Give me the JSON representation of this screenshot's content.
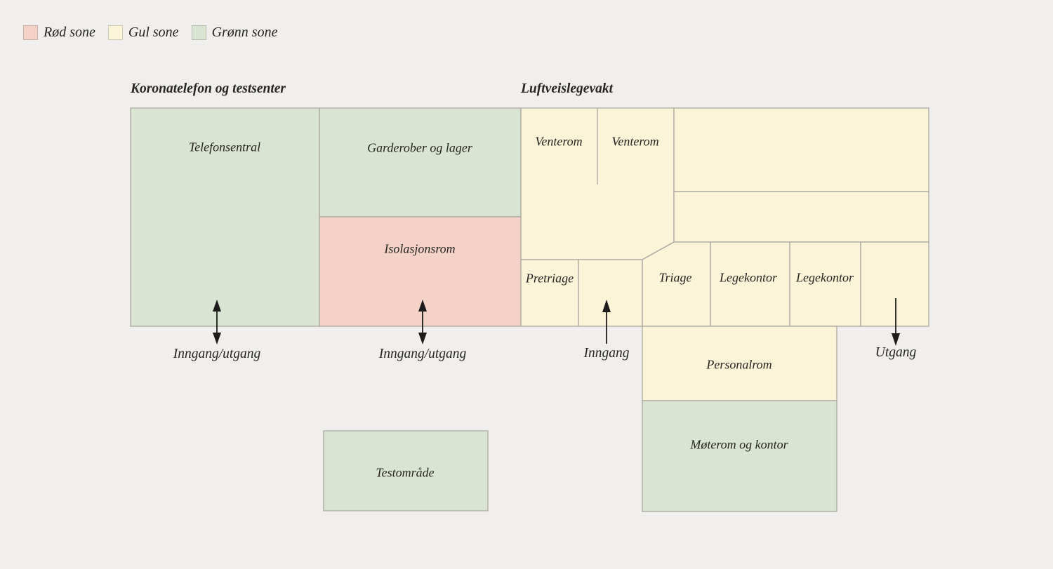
{
  "legend": {
    "items": [
      {
        "label": "Rød sone",
        "zone": "red"
      },
      {
        "label": "Gul sone",
        "zone": "yellow"
      },
      {
        "label": "Grønn sone",
        "zone": "green"
      }
    ]
  },
  "sections": {
    "left_title": "Koronatelefon og testsenter",
    "right_title": "Luftveislegevakt"
  },
  "rooms": {
    "telefonsentral": {
      "label": "Telefonsentral",
      "zone": "green"
    },
    "garderober": {
      "label": "Garderober og lager",
      "zone": "green"
    },
    "isolasjonsrom": {
      "label": "Isolasjonsrom",
      "zone": "red"
    },
    "venterom_1": {
      "label": "Venterom",
      "zone": "yellow"
    },
    "venterom_2": {
      "label": "Venterom",
      "zone": "yellow"
    },
    "pretriage": {
      "label": "Pretriage",
      "zone": "yellow"
    },
    "triage": {
      "label": "Triage",
      "zone": "yellow"
    },
    "legekontor_1": {
      "label": "Legekontor",
      "zone": "yellow"
    },
    "legekontor_2": {
      "label": "Legekontor",
      "zone": "yellow"
    },
    "personalrom": {
      "label": "Personalrom",
      "zone": "yellow"
    },
    "moterom": {
      "label": "Møterom og kontor",
      "zone": "green"
    },
    "testomrade": {
      "label": "Testområde",
      "zone": "green"
    }
  },
  "doors": {
    "entrance_exit_1": "Inngang/utgang",
    "entrance_exit_2": "Inngang/utgang",
    "entrance": "Inngang",
    "exit": "Utgang"
  },
  "icons": {
    "entrance_exit_arrow": "double-vertical-arrow",
    "entrance_arrow": "up-arrow",
    "exit_arrow": "down-arrow"
  },
  "colors": {
    "red_zone": "#f4d2c7",
    "yellow_zone": "#fcf4d9",
    "green_zone": "#dae4d2",
    "background": "#f0efed",
    "wall_line": "#a9a89f",
    "text": "#26251f",
    "arrow": "#1d1c1a"
  }
}
